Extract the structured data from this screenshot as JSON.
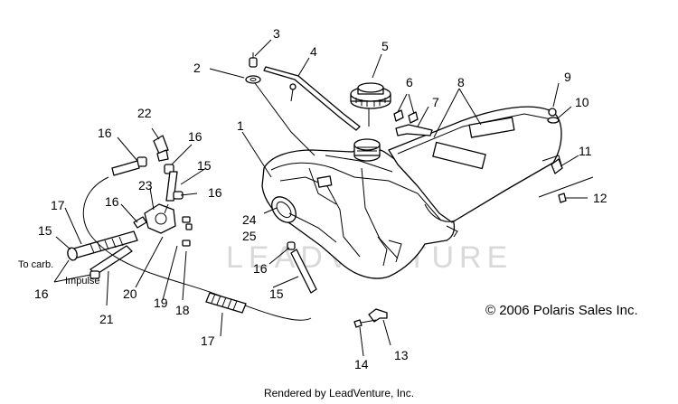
{
  "callouts": {
    "c1": "1",
    "c2": "2",
    "c3": "3",
    "c4": "4",
    "c5": "5",
    "c6": "6",
    "c7": "7",
    "c8": "8",
    "c9": "9",
    "c10": "10",
    "c11": "11",
    "c12": "12",
    "c13": "13",
    "c14": "14",
    "c15a": "15",
    "c15b": "15",
    "c15c": "15",
    "c16a": "16",
    "c16b": "16",
    "c16c": "16",
    "c16d": "16",
    "c16e": "16",
    "c16f": "16",
    "c17a": "17",
    "c17b": "17",
    "c18": "18",
    "c19": "19",
    "c20": "20",
    "c21": "21",
    "c22": "22",
    "c23": "23",
    "c24": "24",
    "c25": "25"
  },
  "labels": {
    "to_carb": "To carb.",
    "impulse": "Impulse"
  },
  "watermark": "LEADVENTURE",
  "copyright": "© 2006 Polaris Sales Inc.",
  "footer": "Rendered by LeadVenture, Inc."
}
